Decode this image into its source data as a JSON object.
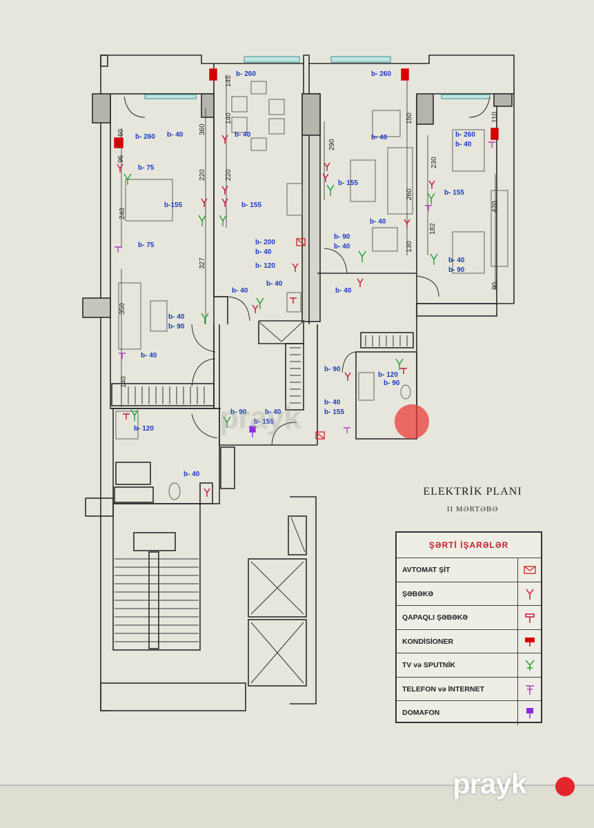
{
  "title": "ELEKTRİK PLANI",
  "subtitle": "II MƏRTƏBƏ",
  "legend": {
    "header": "ŞƏRTİ İŞARƏLƏR",
    "items": [
      {
        "name": "AVTOMAT ŞİT",
        "icon": "breaker-panel-icon",
        "color": "#d42b2b"
      },
      {
        "name": "ŞƏBƏKƏ",
        "icon": "socket-icon",
        "color": "#c8102e"
      },
      {
        "name": "QAPAQLI ŞƏBƏKƏ",
        "icon": "covered-socket-icon",
        "color": "#c8102e"
      },
      {
        "name": "KONDİSİONER",
        "icon": "air-conditioner-icon",
        "color": "#d40000"
      },
      {
        "name": "TV və SPUTNİK",
        "icon": "tv-satellite-icon",
        "color": "#1e9e2e"
      },
      {
        "name": "TELEFON və İNTERNET",
        "icon": "phone-internet-icon",
        "color": "#b03cc0"
      },
      {
        "name": "DOMAFON",
        "icon": "intercom-icon",
        "color": "#8a2be2"
      }
    ]
  },
  "plan_labels": {
    "b260_a": "b- 260",
    "b260_b": "b- 260",
    "b260_c": "b- 260",
    "b260_d": "b- 260",
    "b40_a": "b- 40",
    "b40_b": "b- 40",
    "b40_c": "b- 40",
    "b40_d": "b- 40",
    "b40_e": "b- 40",
    "b40_f": "b- 40",
    "b40_g": "b- 40",
    "b40_h": "b- 40",
    "b40_i": "b- 40",
    "b40_j": "b- 40",
    "b40_k": "b- 40",
    "b40_l": "b- 40",
    "b40_m": "b- 40",
    "b40_n": "b- 40",
    "b40_o": "b- 40",
    "b40_p": "b- 40",
    "b75_a": "b- 75",
    "b75_b": "b- 75",
    "b155_a": "b-155",
    "b155_b": "b- 155",
    "b155_c": "b- 155",
    "b155_d": "b- 155",
    "b155_e": "b- 155",
    "b155_f": "b- 155",
    "b90_a": "b- 90",
    "b90_b": "b- 90",
    "b90_c": "b- 90",
    "b90_d": "b- 90",
    "b90_e": "b- 90",
    "b90_f": "b- 90",
    "b120_a": "b- 120",
    "b120_b": "b- 120",
    "b120_c": "b- 120",
    "b200": "b- 200"
  },
  "dims": {
    "d60": "60",
    "d96": "96",
    "d240": "240",
    "d350": "350",
    "d140a": "140",
    "d220a": "220",
    "d327": "327",
    "d140b": "140",
    "d220b": "220",
    "d145": "145",
    "d290": "290",
    "d150": "150",
    "d260": "260",
    "d130": "130",
    "d182": "182",
    "d230": "230",
    "d420": "420",
    "d90": "90",
    "d110": "110",
    "d360": "360"
  },
  "watermark": {
    "center": "prayk",
    "brand": "prayk"
  },
  "colors": {
    "label": "#1b39c4",
    "wall": "#2a2a2a",
    "accent": "#e3262b"
  }
}
